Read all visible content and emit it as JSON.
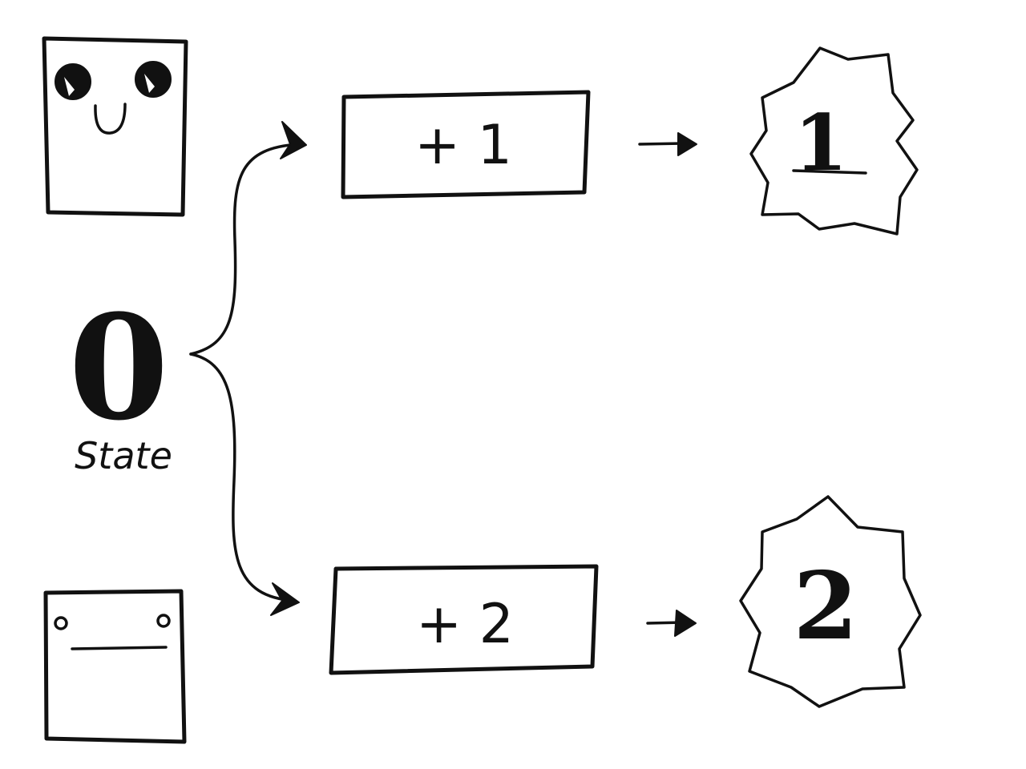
{
  "state": {
    "value": "0",
    "label": "State"
  },
  "branches": [
    {
      "operation": "+ 1",
      "result": "1"
    },
    {
      "operation": "+ 2",
      "result": "2"
    }
  ],
  "faces": [
    {
      "name": "happy"
    },
    {
      "name": "neutral"
    }
  ],
  "ink_color": "#111111"
}
